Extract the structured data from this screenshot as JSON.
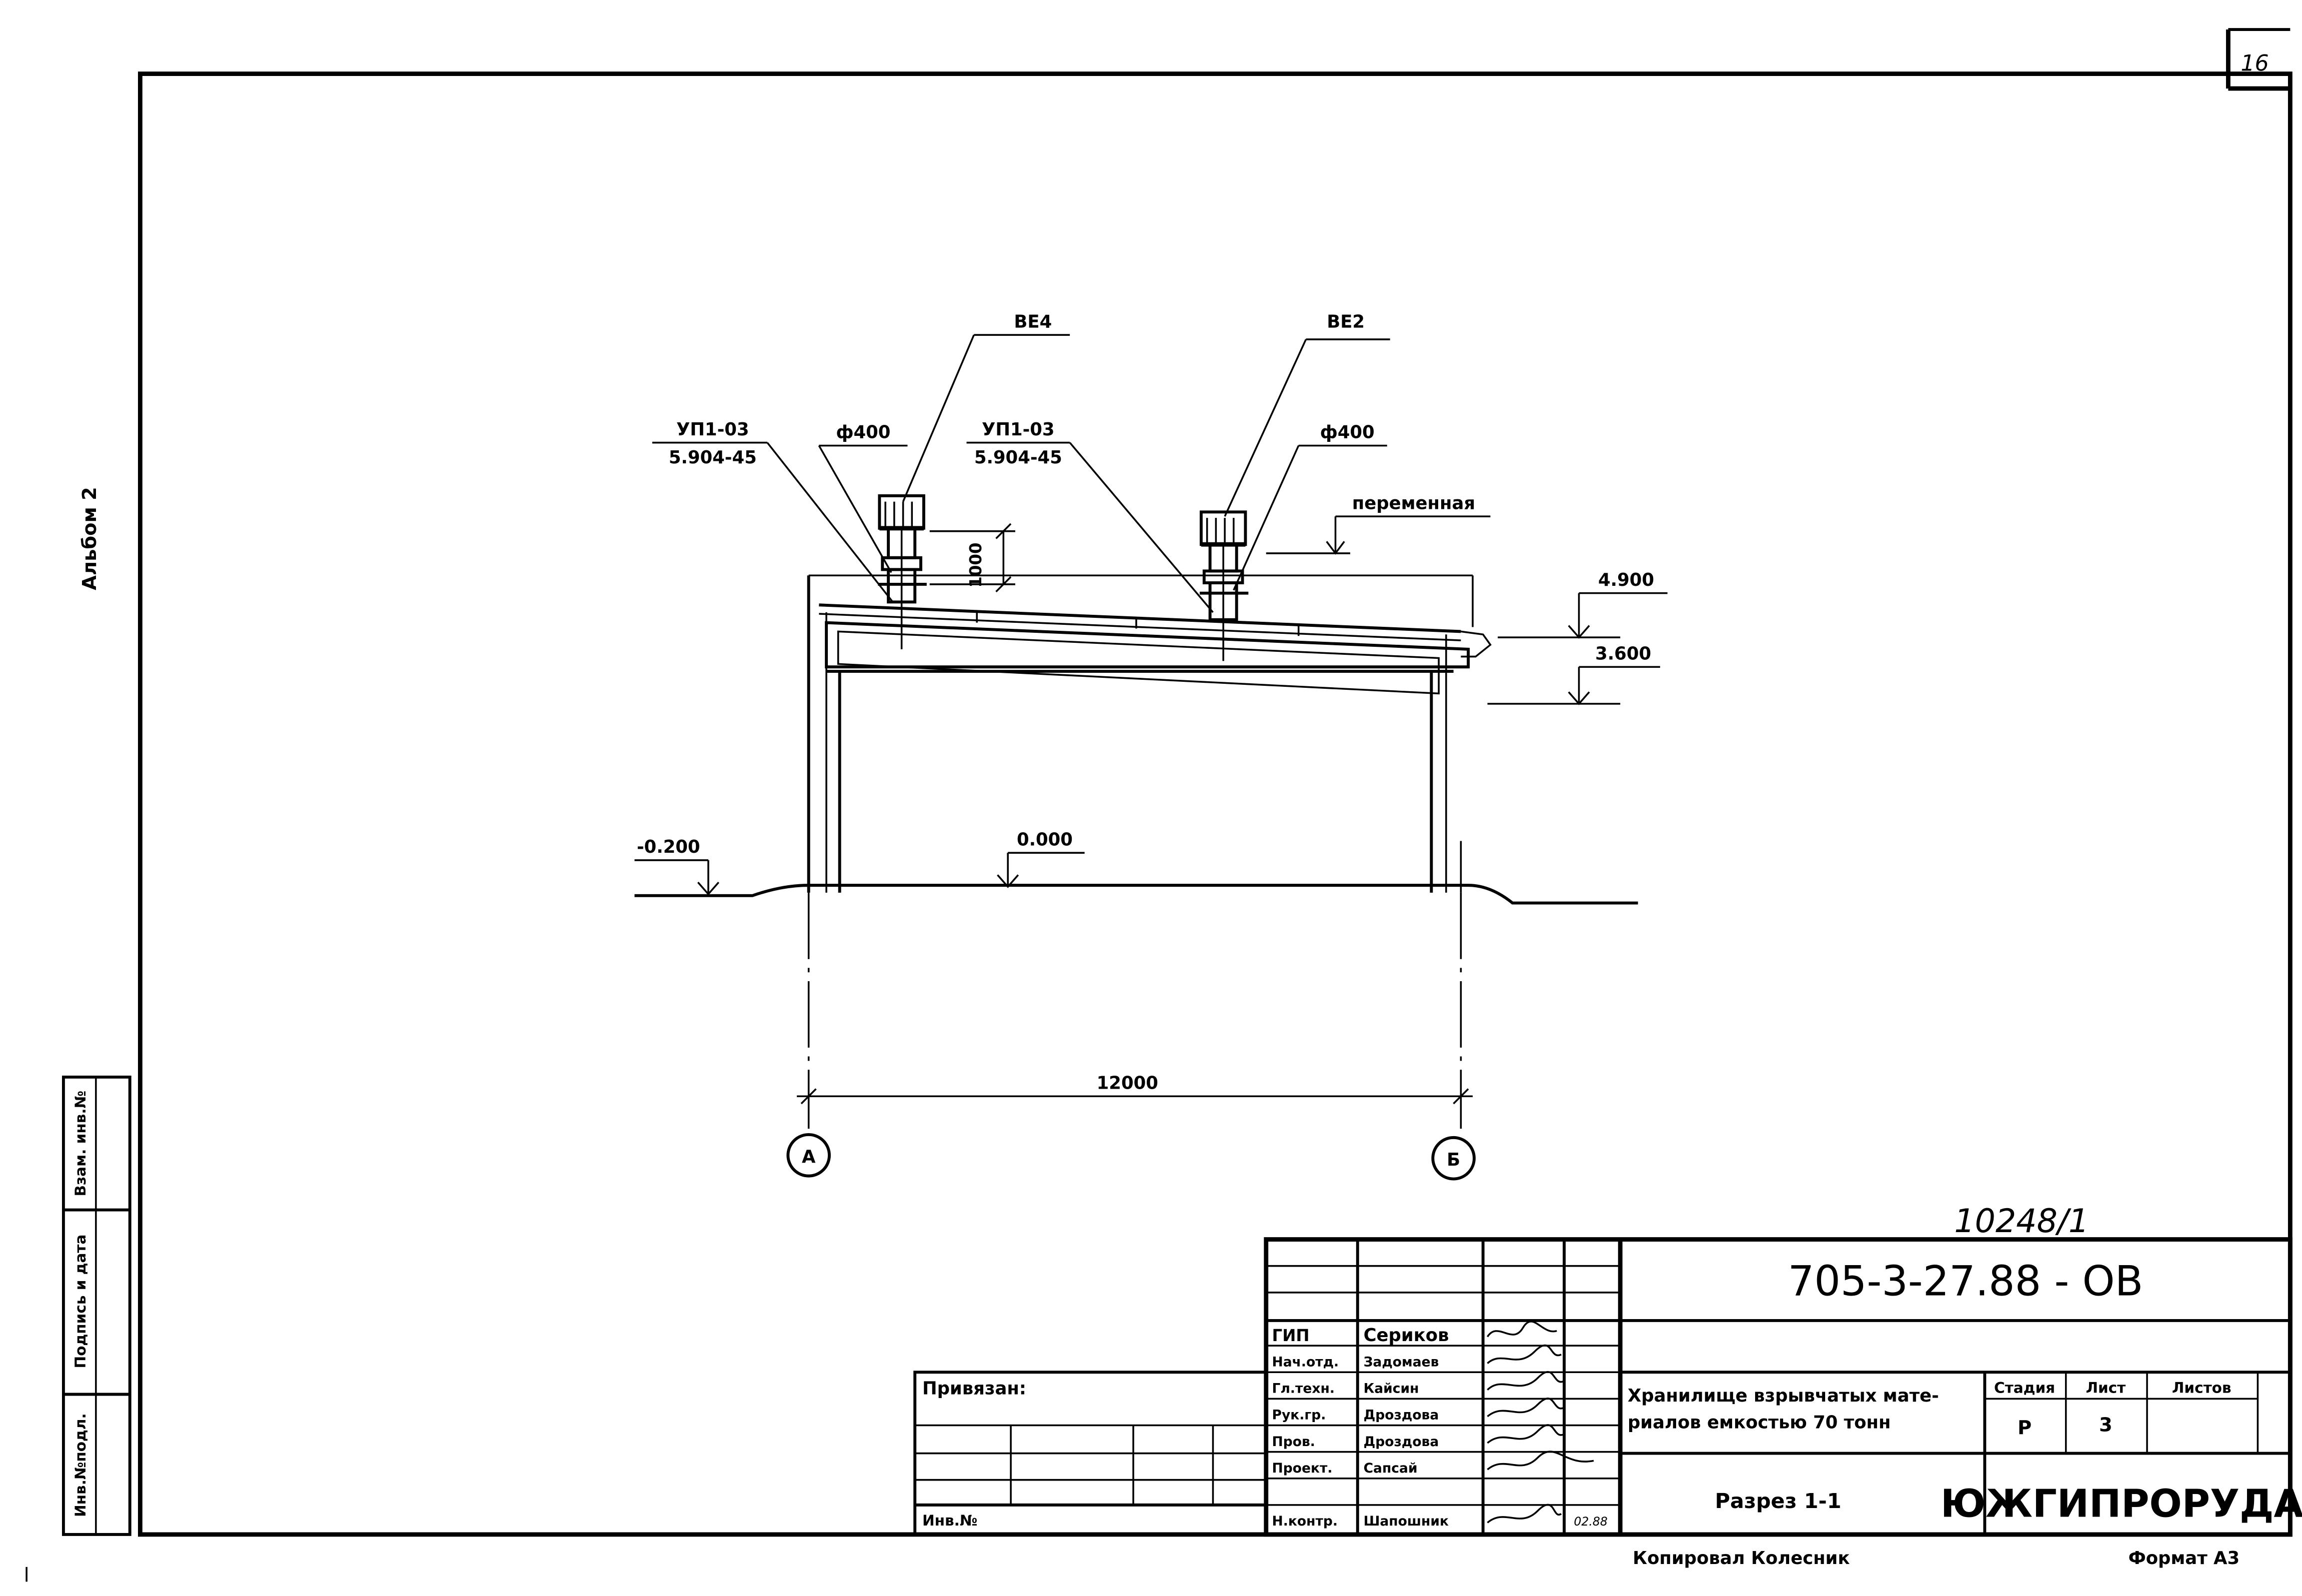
{
  "sheet_number": "16",
  "album_label": "Альбом 2",
  "side_stamp": {
    "inv_podl": "Инв.№подл.",
    "podpis_data": "Подпись и дата",
    "vzam_inv": "Взам. инв.№"
  },
  "drawing": {
    "ve4": "ВЕ4",
    "ve2": "ВЕ2",
    "up_left": "УП1-03",
    "up_left_ref": "5.904-45",
    "up_right": "УП1-03",
    "up_right_ref": "5.904-45",
    "dia_left": "ф400",
    "dia_right": "ф400",
    "variable": "переменная",
    "dim_1000": "1000",
    "level_4900": "4.900",
    "level_3600": "3.600",
    "level_minus_0200": "-0.200",
    "level_0000": "0.000",
    "span": "12000",
    "axis_a": "А",
    "axis_b": "Б"
  },
  "title_block": {
    "inventory_handwritten": "10248/1",
    "code": "705-3-27.88 - ОВ",
    "privyazan": "Привязан:",
    "inv_no": "Инв.№",
    "roles": [
      "ГИП",
      "Нач.отд.",
      "Гл.техн.",
      "Рук.гр.",
      "Пров.",
      "Проект.",
      "",
      "Н.контр."
    ],
    "names": [
      "Сериков",
      "Задомаев",
      "Кайсин",
      "Дроздова",
      "Дроздова",
      "Сапсай",
      "",
      "Шапошник"
    ],
    "date": "02.88",
    "description_line1": "Хранилище взрывчатых мате-",
    "description_line2": "риалов емкостью 70 тонн",
    "sheet_title": "Разрез 1-1",
    "stage_header": "Стадия",
    "sheet_header": "Лист",
    "sheets_header": "Листов",
    "stage_value": "Р",
    "sheet_value": "3",
    "organization": "ЮЖГИПРОРУДА"
  },
  "footer": {
    "copied": "Копировал Колесник",
    "format": "Формат А3"
  }
}
